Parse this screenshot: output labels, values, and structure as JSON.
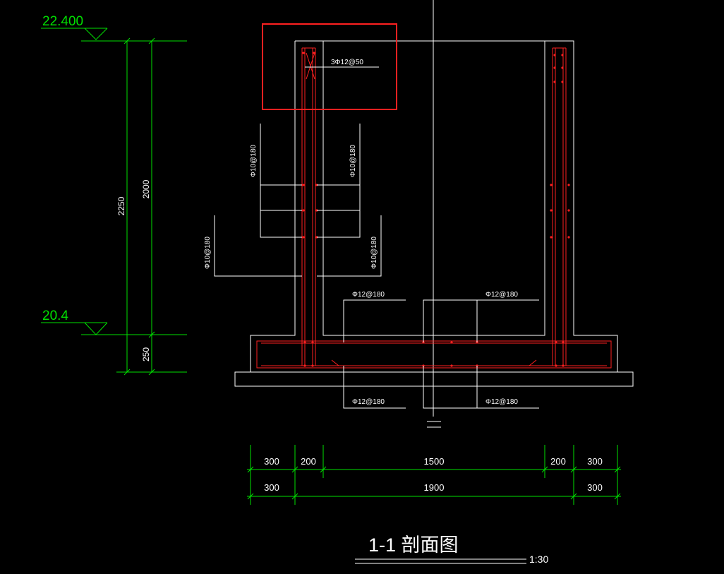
{
  "elevations": {
    "top": "22.400",
    "bottom": "20.4"
  },
  "vertical_dims": {
    "total": "2250",
    "wall": "2000",
    "slab": "250"
  },
  "rebar": {
    "top_callout": "3Φ12@50",
    "wall_left_outer_upper": "Φ10@180",
    "wall_left_inner_upper": "Φ10@180",
    "wall_left_outer_lower": "Φ10@180",
    "wall_left_inner_lower": "Φ10@180",
    "slab_top_left": "Φ12@180",
    "slab_top_right": "Φ12@180",
    "slab_bottom_left": "Φ12@180",
    "slab_bottom_right": "Φ12@180"
  },
  "horizontal_dims": {
    "row1": [
      "300",
      "200",
      "1500",
      "200",
      "300"
    ],
    "row2": [
      "300",
      "1900",
      "300"
    ]
  },
  "title": "1-1  剖面图",
  "scale": "1:30",
  "colors": {
    "background": "#000000",
    "outline": "#ffffff",
    "rebar": "#ff2020",
    "dimension": "#00e000",
    "highlight": "#ff2020"
  }
}
